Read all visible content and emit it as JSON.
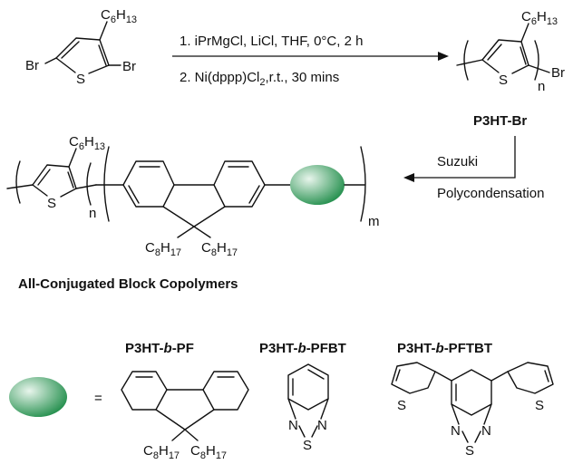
{
  "reagent": {
    "br_left": "Br",
    "br_right": "Br",
    "s": "S",
    "hexyl": "C",
    "hexyl_sub": "6",
    "hexyl_h": "H",
    "hexyl_h_sub": "13"
  },
  "step1": {
    "condition_1": "1. iPrMgCl, LiCl, THF, 0°C, 2 h",
    "condition_2_prefix": "2. Ni(dppp)Cl",
    "condition_2_sub": "2",
    "condition_2_suffix": ",r.t., 30 mins"
  },
  "product1": {
    "s": "S",
    "n": "n",
    "br": "Br",
    "hexyl": "C",
    "hexyl_sub": "6",
    "hexyl_h": "H",
    "hexyl_h_sub": "13",
    "name": "P3HT-Br"
  },
  "step2": {
    "condition_1": "Suzuki",
    "condition_2": "Polycondensation"
  },
  "copolymer": {
    "s": "S",
    "n": "n",
    "m": "m",
    "hexyl": "C",
    "hexyl_sub": "6",
    "hexyl_h": "H",
    "hexyl_h_sub": "13",
    "octyl_c": "C",
    "octyl_c_sub": "8",
    "octyl_h": "H",
    "octyl_h_sub": "17",
    "caption": "All-Conjugated Block Copolymers"
  },
  "legend": {
    "equals": "=",
    "pf_prefix": "P3HT-",
    "pf_b": "b",
    "pf_suffix": "-PF",
    "pfbt_prefix": "P3HT-",
    "pfbt_b": "b",
    "pfbt_suffix": "-PFBT",
    "pftbt_prefix": "P3HT-",
    "pftbt_b": "b",
    "pftbt_suffix": "-PFTBT",
    "octyl_c": "C",
    "octyl_c_sub": "8",
    "octyl_h": "H",
    "octyl_h_sub": "17",
    "n": "N",
    "s": "S"
  },
  "colors": {
    "ellipse": "#1a8a45",
    "ellipse_highlight": "#e8f5ec"
  }
}
